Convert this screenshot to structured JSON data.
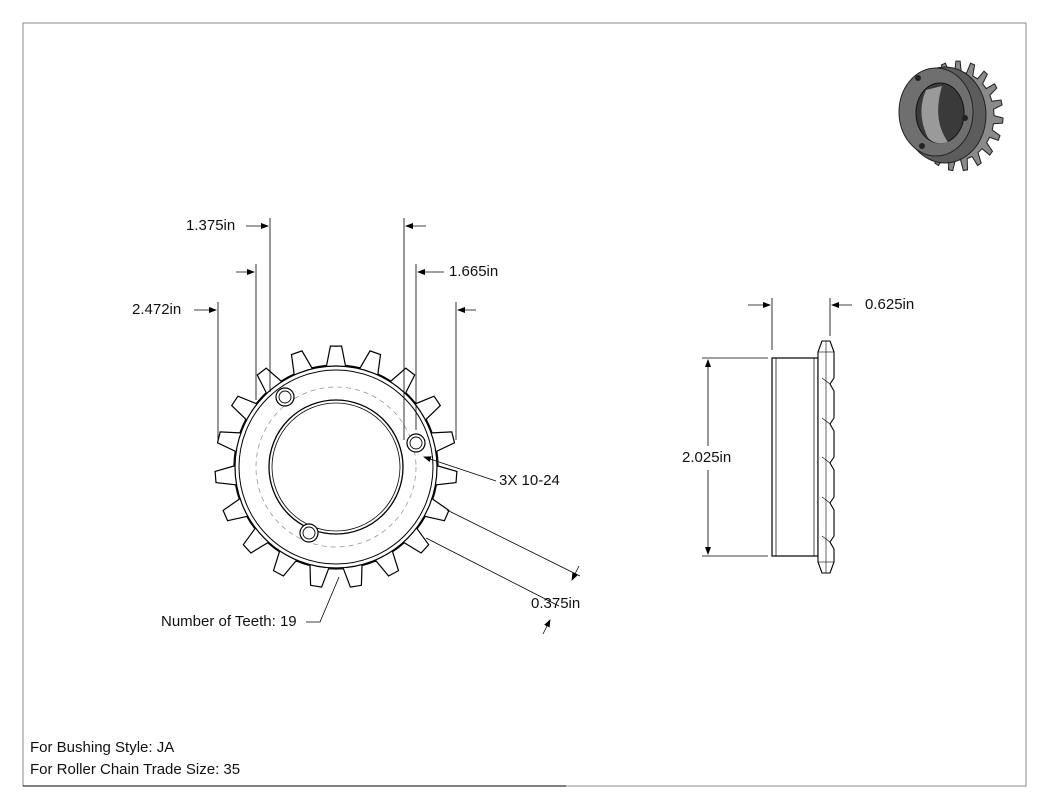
{
  "front_view": {
    "dimensions": {
      "bore_dia": "1.375in",
      "hub_dia": "1.665in",
      "outer_dia": "2.472in",
      "tooth_width": "0.375in"
    },
    "hole_callout": "3X 10-24",
    "teeth_label": "Number of Teeth: 19"
  },
  "side_view": {
    "dimensions": {
      "overall_width": "0.625in",
      "hub_height": "2.025in"
    }
  },
  "notes": {
    "bushing_style": "For Bushing Style: JA",
    "chain_size": "For Roller Chain Trade Size: 35"
  },
  "meta": {
    "teeth_count": 19,
    "line_color": "#000000",
    "part_fill": "#ffffff",
    "iso_body": "#6f6f6f",
    "iso_dark": "#3a3a3a",
    "iso_light": "#9a9a9a"
  }
}
